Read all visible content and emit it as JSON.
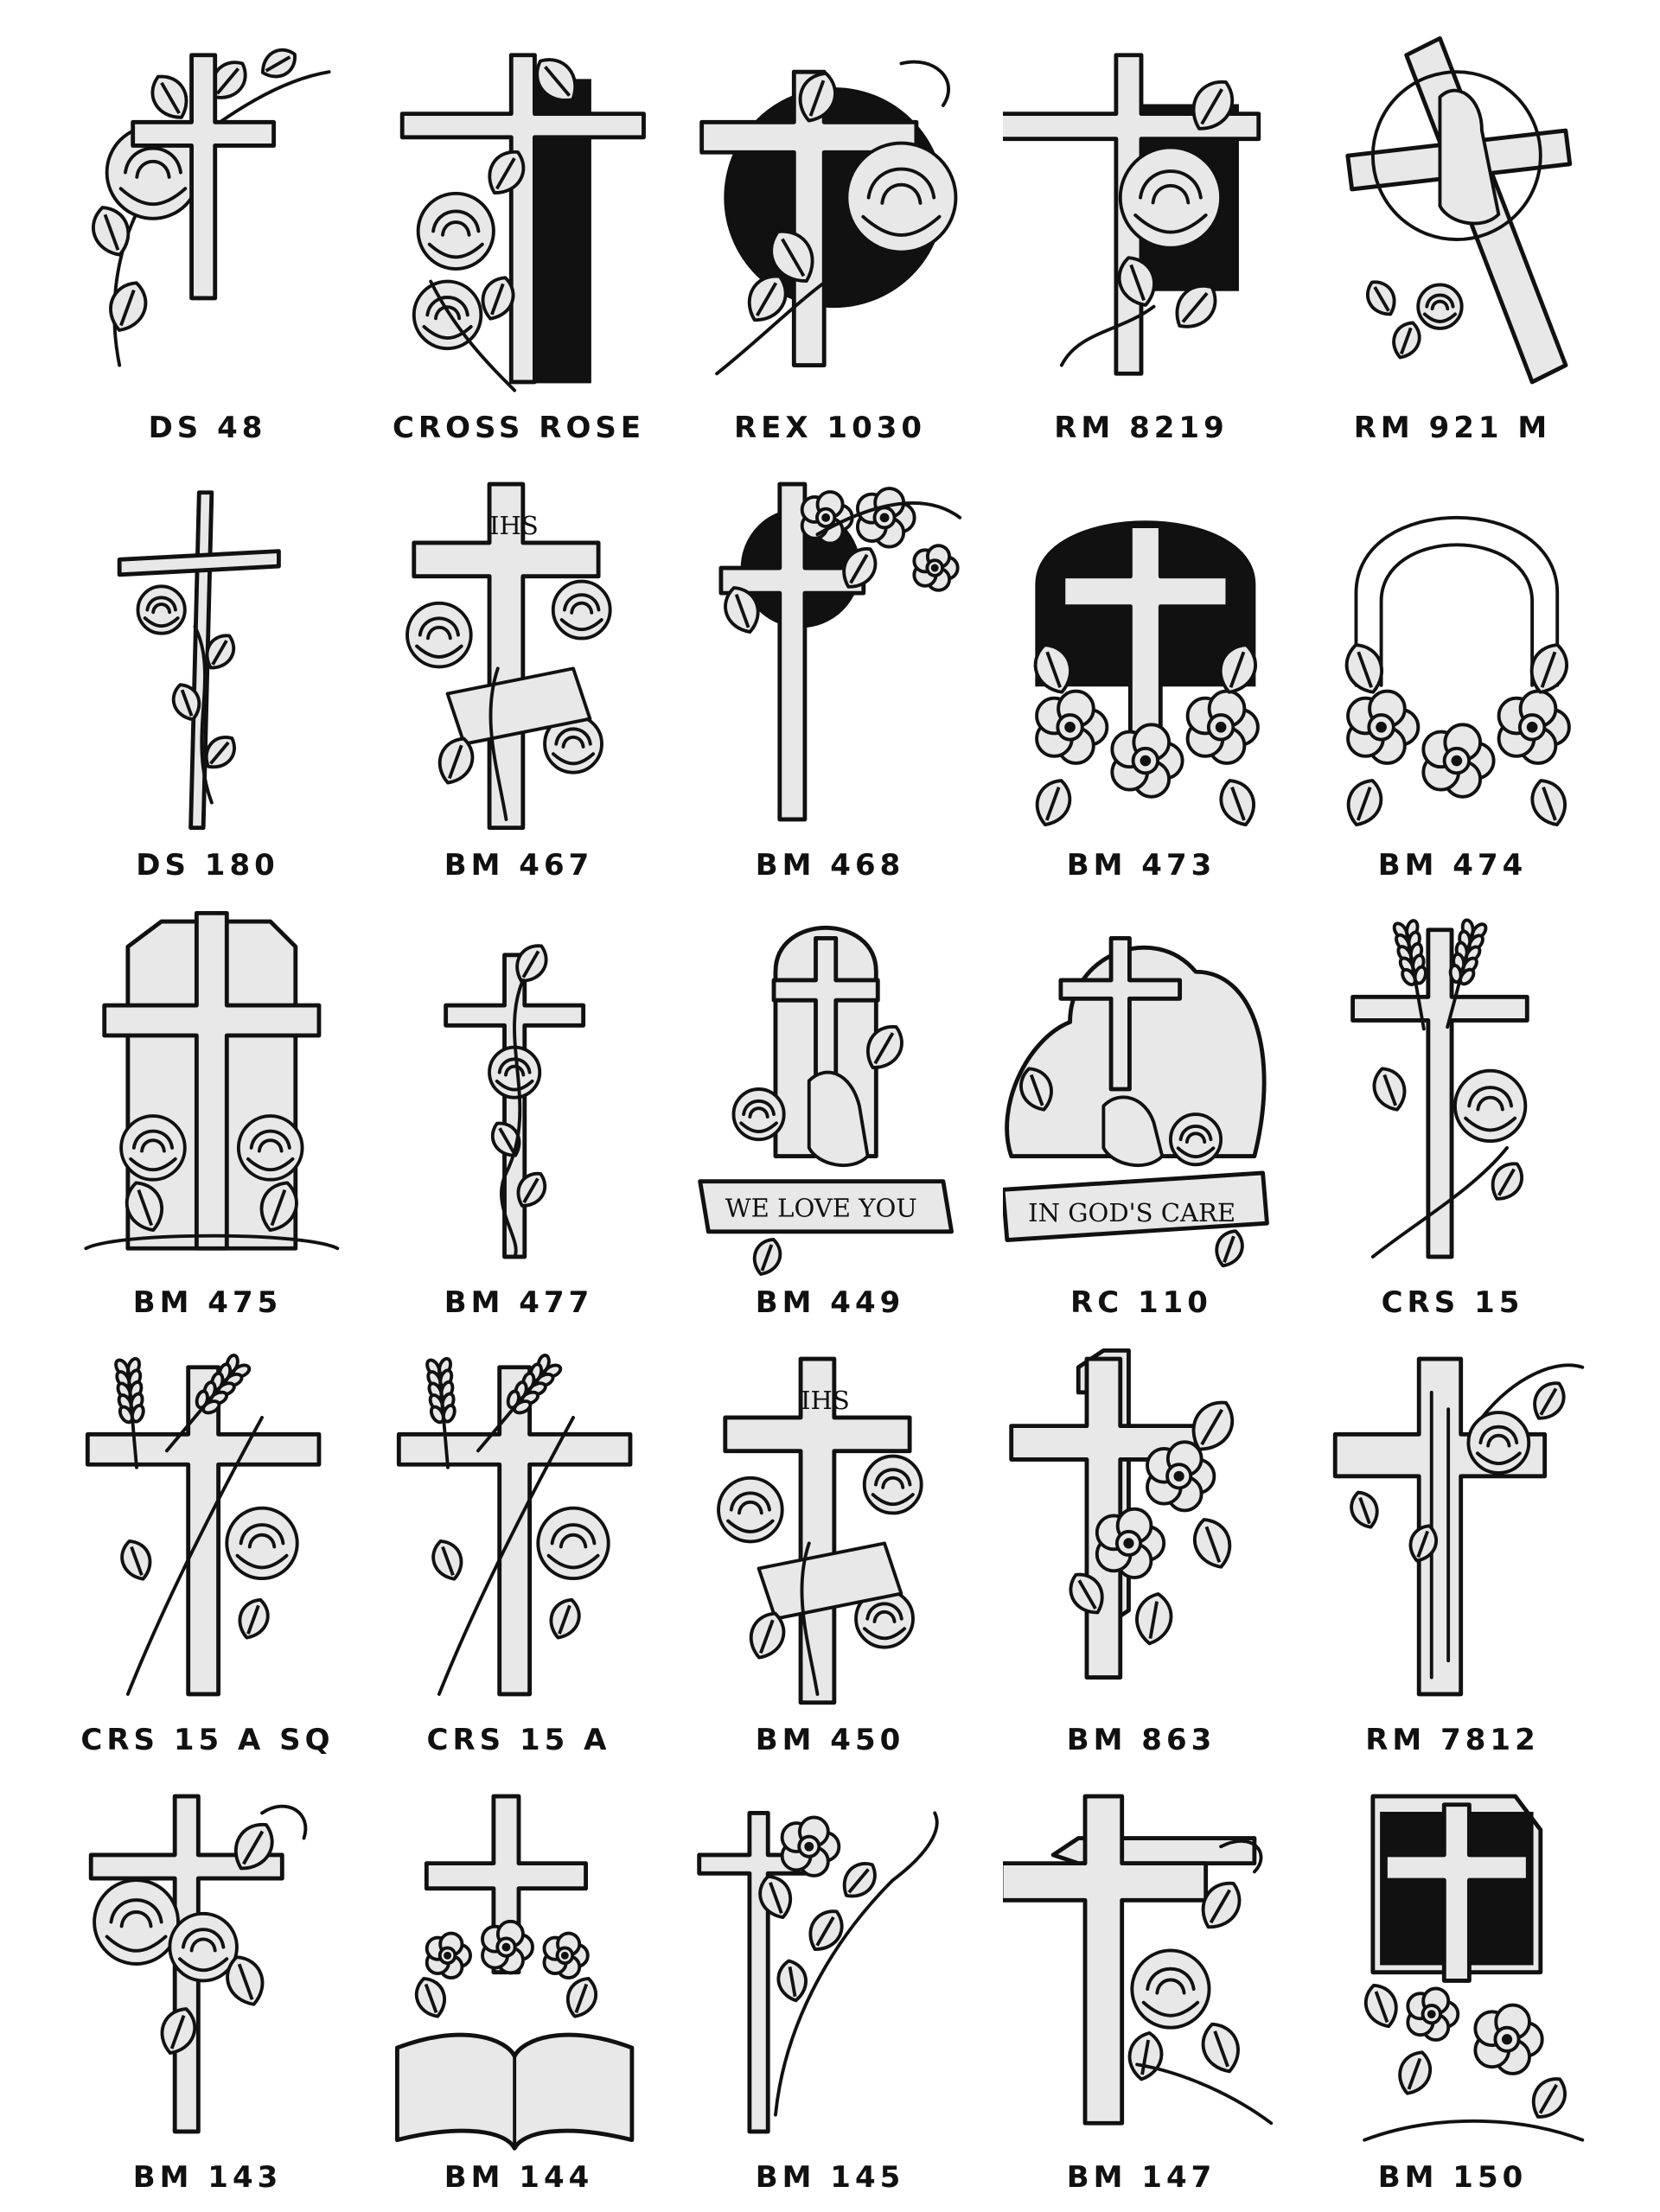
{
  "designs": [
    {
      "code": "DS 48",
      "icon": "cross-rose-corner-icon"
    },
    {
      "code": "CROSS ROSE",
      "icon": "cross-rose-icon"
    },
    {
      "code": "REX 1030",
      "icon": "cross-rose-scroll-icon"
    },
    {
      "code": "RM 8219",
      "icon": "cross-rose-icon"
    },
    {
      "code": "RM 921 M",
      "icon": "praying-hands-cross-icon"
    },
    {
      "code": "DS 180",
      "icon": "slim-cross-rose-icon"
    },
    {
      "code": "BM 467",
      "icon": "ihs-cross-bible-rosary-icon"
    },
    {
      "code": "BM 468",
      "icon": "cross-flower-corner-icon"
    },
    {
      "code": "BM 473",
      "icon": "arch-cross-flowers-icon"
    },
    {
      "code": "BM 474",
      "icon": "arch-flowers-icon"
    },
    {
      "code": "BM 475",
      "icon": "cross-window-roses-icon"
    },
    {
      "code": "BM 477",
      "icon": "cross-vine-rose-icon"
    },
    {
      "code": "BM 449",
      "icon": "praying-hands-banner-icon"
    },
    {
      "code": "RC 110",
      "icon": "praying-hands-cloud-banner-icon"
    },
    {
      "code": "CRS 15",
      "icon": "cross-wheat-rose-icon"
    },
    {
      "code": "CRS 15 A SQ",
      "icon": "cross-wheat-rose-icon"
    },
    {
      "code": "CRS 15 A",
      "icon": "cross-wheat-rose-icon"
    },
    {
      "code": "BM 450",
      "icon": "ihs-cross-bible-rosary-icon"
    },
    {
      "code": "BM 863",
      "icon": "3d-cross-dogwood-icon"
    },
    {
      "code": "RM 7812",
      "icon": "rustic-log-cross-rose-icon"
    },
    {
      "code": "BM 143",
      "icon": "cross-rose-icon"
    },
    {
      "code": "BM 144",
      "icon": "cross-bible-flowers-icon"
    },
    {
      "code": "BM 145",
      "icon": "cross-flower-vine-icon"
    },
    {
      "code": "BM 147",
      "icon": "3d-cross-rose-scroll-icon"
    },
    {
      "code": "BM 150",
      "icon": "cross-plaque-flowers-icon"
    }
  ],
  "banners": {
    "we_love_you": "WE LOVE YOU",
    "in_gods_care": "IN GOD'S CARE",
    "ihs": "IHS"
  }
}
